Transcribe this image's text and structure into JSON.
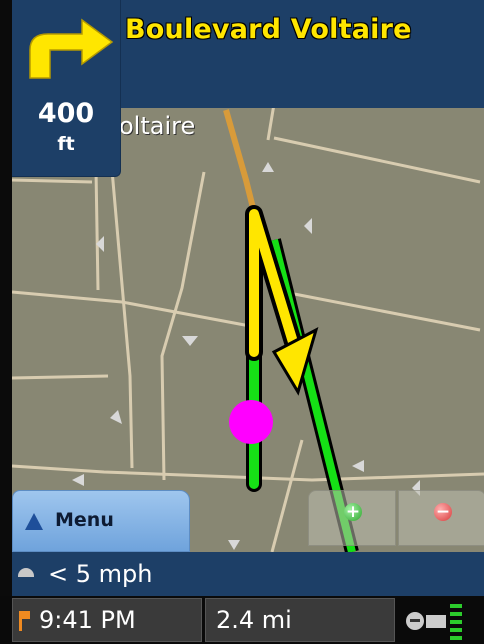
{
  "header": {
    "street_name": "Boulevard Voltaire"
  },
  "turn": {
    "distance": "400",
    "unit": "ft",
    "icon": "turn-left-arrow-icon",
    "color": "#ffe600"
  },
  "map": {
    "label": "oltaire",
    "route_color": "#16e016",
    "heading_color": "#ffe600",
    "position_color": "#ff00ff"
  },
  "menu": {
    "label": "Menu",
    "icon": "triangle-up-icon"
  },
  "zoom": {
    "in_icon": "zoom-in-icon",
    "out_icon": "zoom-out-icon",
    "in_glyph": "+",
    "out_glyph": "−"
  },
  "speed": {
    "text": "< 5 mph",
    "icon": "speedometer-icon"
  },
  "status": {
    "time": "9:41 PM",
    "distance": "2.4 mi",
    "flag_icon": "flag-icon"
  },
  "colors": {
    "bar_blue": "#1d3f67",
    "map_bg": "#888773",
    "menu_blue": "#8bb8e8"
  }
}
